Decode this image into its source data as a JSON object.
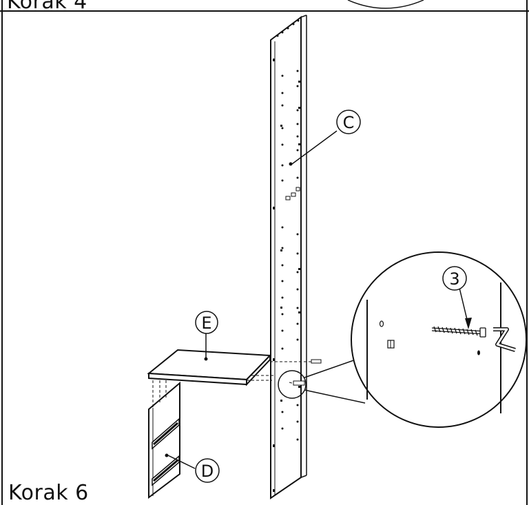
{
  "steps": {
    "previous": "Korak 4",
    "current": "Korak 6"
  },
  "parts": {
    "side_panel": "C",
    "top_shelf": "E",
    "front_panel": "D",
    "screw": "3"
  }
}
